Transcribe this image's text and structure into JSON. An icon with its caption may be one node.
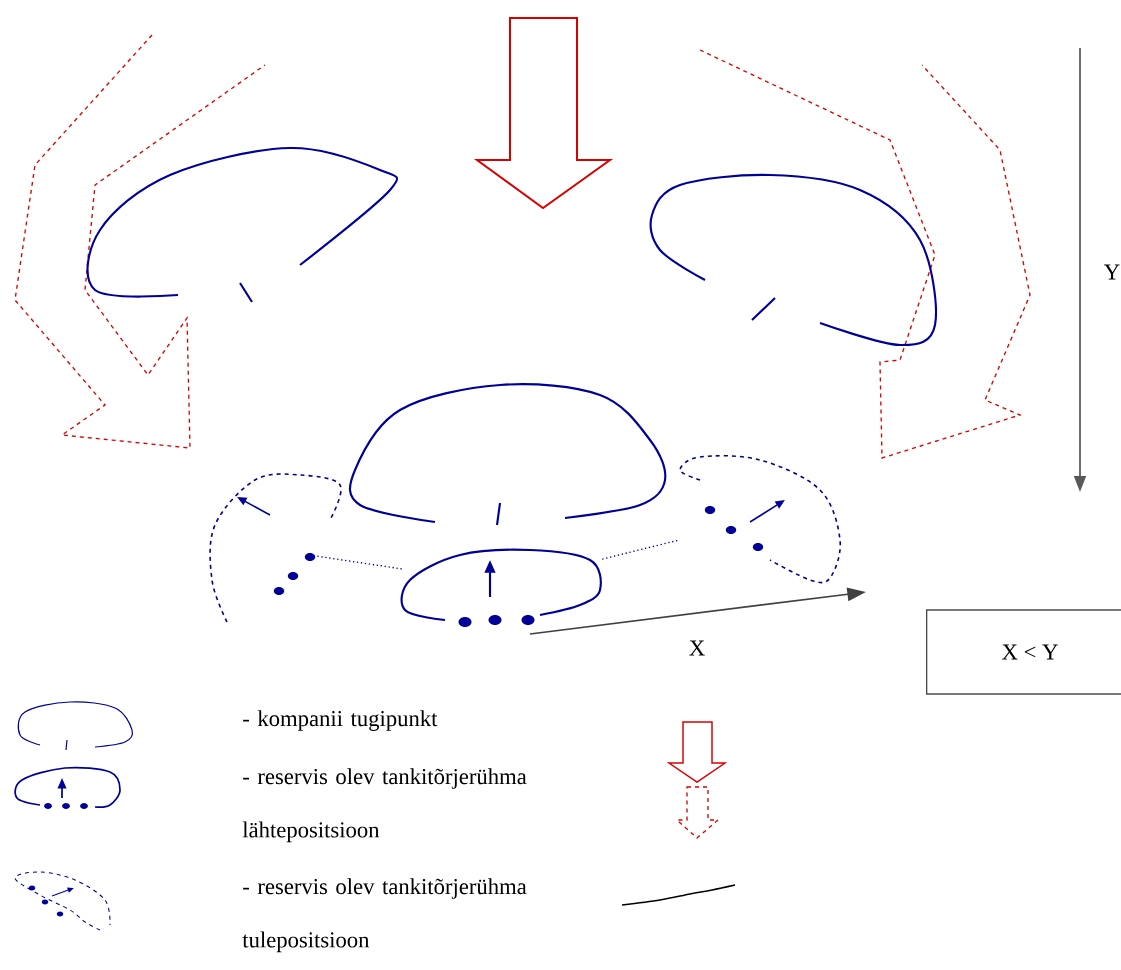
{
  "diagram": {
    "nodes": [
      {
        "text": [
          "X < Y"
        ]
      },
      {
        "text": [],
        "shape": "picture"
      },
      {
        "text": [],
        "shape": "picture"
      },
      {
        "text": [],
        "shape": "picture"
      }
    ],
    "edges": [
      {
        "from": 2,
        "to": 1,
        "arrow": "none",
        "style": "dashed"
      },
      {
        "from": 2,
        "to": 3,
        "arrow": "none",
        "style": "dashed"
      }
    ],
    "labels": [
      "Y",
      "X"
    ],
    "legend": [
      {
        "text": "- kompanii tugipunkt"
      },
      {
        "text": "- reservis olev tankitõrjerühma lähtepositsioon"
      },
      {
        "text": "- reservis olev tankitõrjerühma tulepositsioon"
      }
    ]
  }
}
